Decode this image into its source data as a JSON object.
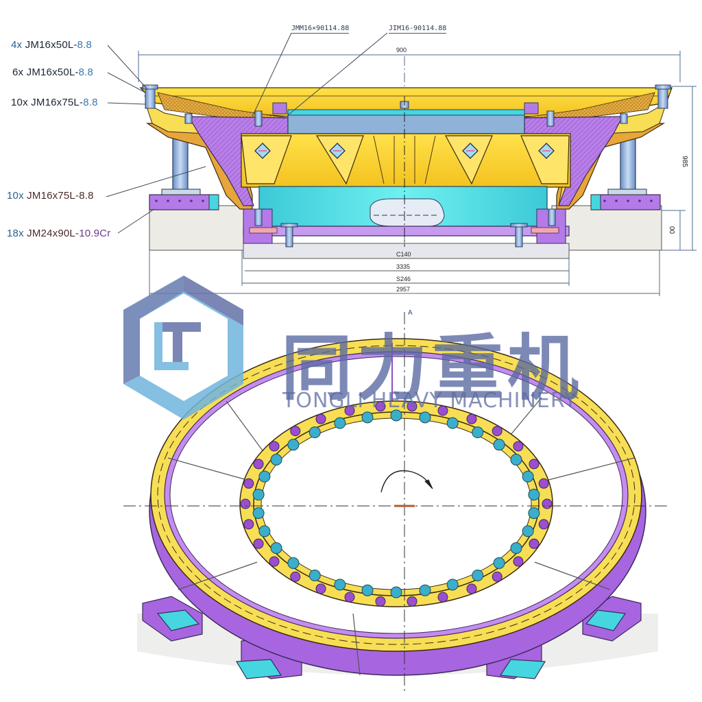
{
  "drawing": {
    "title": "Slewing ring / turntable bearing assembly drawing",
    "colors": {
      "yellow": "#f7cf2a",
      "orange": "#e7a63a",
      "purple": "#b473e6",
      "cyan": "#45d6e0",
      "steel_blue": "#8fb2d9",
      "concrete": "#ecebe6",
      "watermark": "#5a6aa3"
    }
  },
  "callouts_left": [
    {
      "qty": "4x",
      "spec": "JM16x50L-",
      "grade": "8.8"
    },
    {
      "qty": "6x",
      "spec": "JM16x50L-",
      "grade": "8.8"
    },
    {
      "qty": "10x",
      "spec": "JM16x75L-",
      "grade": "8.8"
    },
    {
      "qty": "10x",
      "spec": "JM16x75L-",
      "grade": "8.8"
    },
    {
      "qty": "18x",
      "spec": "JM24x90L-",
      "grade": "10.9Cr"
    }
  ],
  "callouts_top": [
    {
      "text": "JMM16×90114.88"
    },
    {
      "text": "JIM16-90114.88"
    }
  ],
  "dimensions": {
    "top_width": "900",
    "height_total": "985",
    "height_base": "00",
    "bottom_1": "C140",
    "bottom_2": "3335",
    "bottom_3": "S246",
    "bottom_4": "2957"
  },
  "view_label": "A",
  "watermark": {
    "chinese": "同力重机",
    "english": "TONGLI HEAVY MACHINERY",
    "logo_letters": "TL"
  }
}
